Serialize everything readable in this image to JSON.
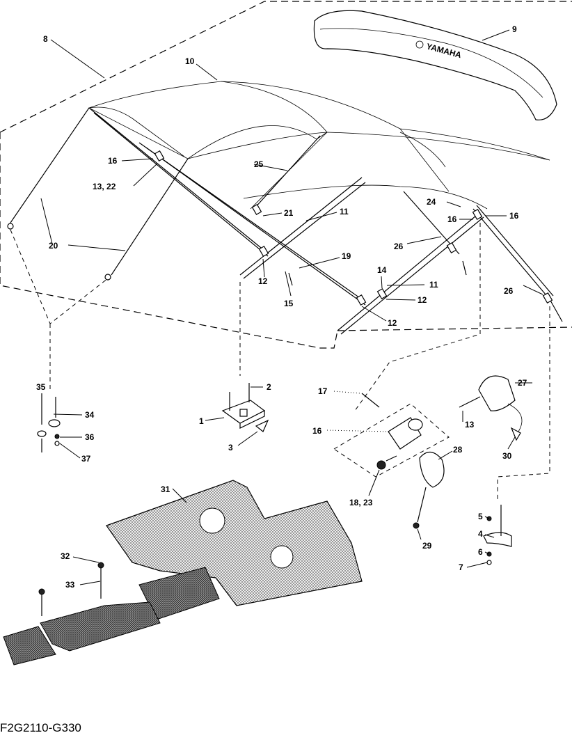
{
  "figure_code": "F2G2110-G330",
  "brand_mark": "YAMAHA",
  "callouts": {
    "c8": "8",
    "c9": "9",
    "c10": "10",
    "c16a": "16",
    "c1322a": "13, 22",
    "c25": "25",
    "c20": "20",
    "c21": "21",
    "c11a": "11",
    "c24": "24",
    "c16b": "16",
    "c16c": "16",
    "c26a": "26",
    "c19": "19",
    "c12a": "12",
    "c15": "15",
    "c14": "14",
    "c12b": "12",
    "c11b": "11",
    "c12c": "12",
    "c26b": "26",
    "c35": "35",
    "c34": "34",
    "c36": "36",
    "c37": "37",
    "c2": "2",
    "c1": "1",
    "c3": "3",
    "c17": "17",
    "c16d": "16",
    "c1823": "18, 23",
    "c27": "27",
    "c13b": "13",
    "c28": "28",
    "c30": "30",
    "c29": "29",
    "c31": "31",
    "c32": "32",
    "c33": "33",
    "c5": "5",
    "c4": "4",
    "c6": "6",
    "c7": "7"
  }
}
